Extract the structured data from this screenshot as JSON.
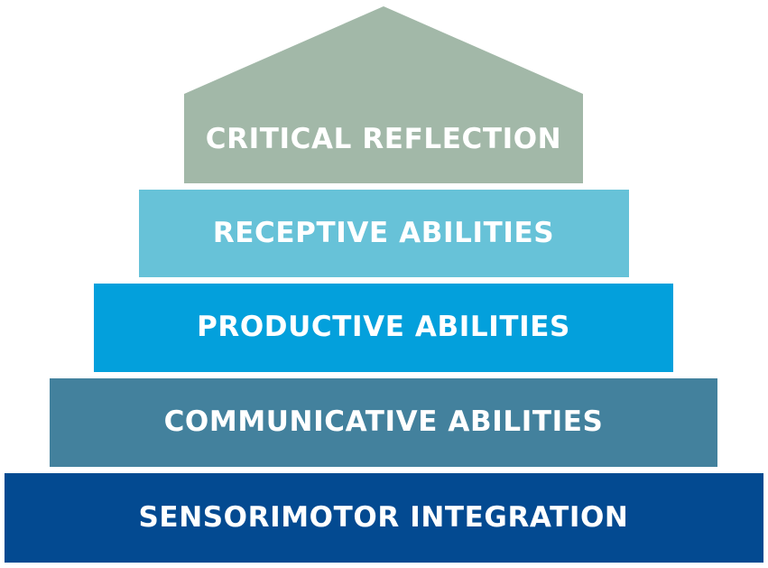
{
  "diagram": {
    "layers": [
      {
        "label": "CRITICAL REFLECTION",
        "color": "#a2b8a8"
      },
      {
        "label": "RECEPTIVE ABILITIES",
        "color": "#67c2d8"
      },
      {
        "label": "PRODUCTIVE ABILITIES",
        "color": "#03a0dc"
      },
      {
        "label": "COMMUNICATIVE ABILITIES",
        "color": "#43819d"
      },
      {
        "label": "SENSORIMOTOR INTEGRATION",
        "color": "#034a91"
      }
    ]
  }
}
